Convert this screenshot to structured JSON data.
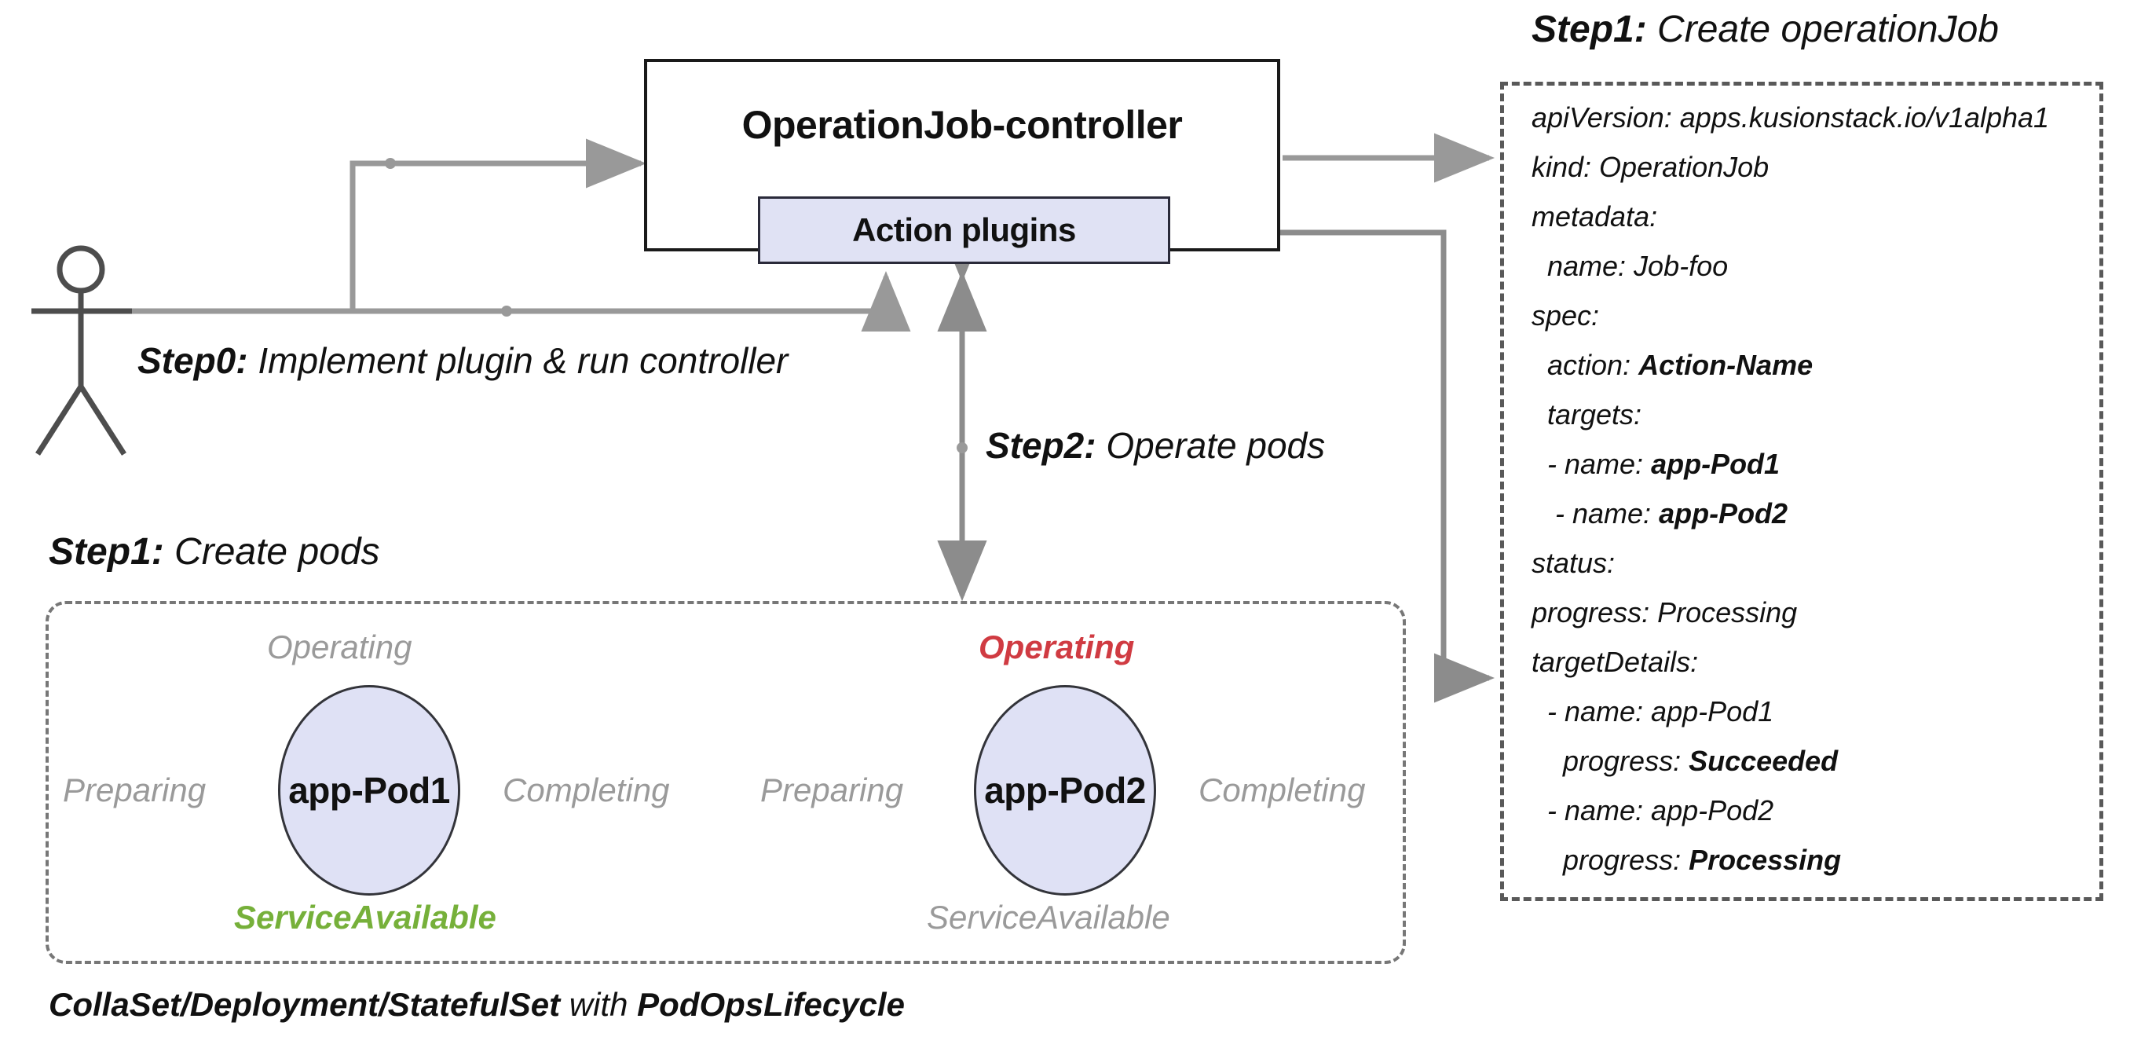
{
  "controller": {
    "title": "OperationJob-controller",
    "plugins_label": "Action plugins"
  },
  "steps": {
    "step0": {
      "tag": "Step0:",
      "text": " Implement plugin & run controller"
    },
    "step1_pods": {
      "tag": "Step1:",
      "text": " Create pods"
    },
    "step1_job": {
      "tag": "Step1:",
      "text": " Create operationJob"
    },
    "step2": {
      "tag": "Step2:",
      "text": " Operate pods"
    }
  },
  "pods": {
    "caption_bold1": "CollaSet/Deployment/StatefulSet",
    "caption_thin": " with ",
    "caption_bold2": "PodOpsLifecycle",
    "items": [
      {
        "name": "app-Pod1",
        "states": {
          "top": "Operating",
          "left": "Preparing",
          "right": "Completing",
          "bottom": "ServiceAvailable"
        },
        "highlight": {
          "top": "none",
          "bottom": "green"
        }
      },
      {
        "name": "app-Pod2",
        "states": {
          "top": "Operating",
          "left": "Preparing",
          "right": "Completing",
          "bottom": "ServiceAvailable"
        },
        "highlight": {
          "top": "red",
          "bottom": "none"
        }
      }
    ]
  },
  "yaml": {
    "lines": [
      {
        "text": "apiVersion: apps.kusionstack.io/v1alpha1",
        "bold": ""
      },
      {
        "text": "kind: OperationJob",
        "bold": ""
      },
      {
        "text": "metadata:",
        "bold": ""
      },
      {
        "text": "  name: Job-foo",
        "bold": ""
      },
      {
        "text": "spec:",
        "bold": ""
      },
      {
        "text": "  action: ",
        "bold": "Action-Name"
      },
      {
        "text": "  targets:",
        "bold": ""
      },
      {
        "text": "  - name: ",
        "bold": "app-Pod1"
      },
      {
        "text": "   - name: ",
        "bold": "app-Pod2"
      },
      {
        "text": "status:",
        "bold": ""
      },
      {
        "text": "progress: Processing",
        "bold": ""
      },
      {
        "text": "targetDetails:",
        "bold": ""
      },
      {
        "text": "  - name: app-Pod1",
        "bold": ""
      },
      {
        "text": "    progress: ",
        "bold": "Succeeded"
      },
      {
        "text": "  - name: app-Pod2",
        "bold": ""
      },
      {
        "text": "    progress: ",
        "bold": "Processing"
      }
    ]
  },
  "colors": {
    "plugin_fill": "#e0e2f4",
    "pod_fill": "#dfe1f5",
    "connector": "#999999",
    "state_default": "#9a9a9a",
    "state_active_red": "#d03b42",
    "state_active_green": "#76b03a"
  },
  "icons": {
    "actor": "stick-figure-icon"
  }
}
